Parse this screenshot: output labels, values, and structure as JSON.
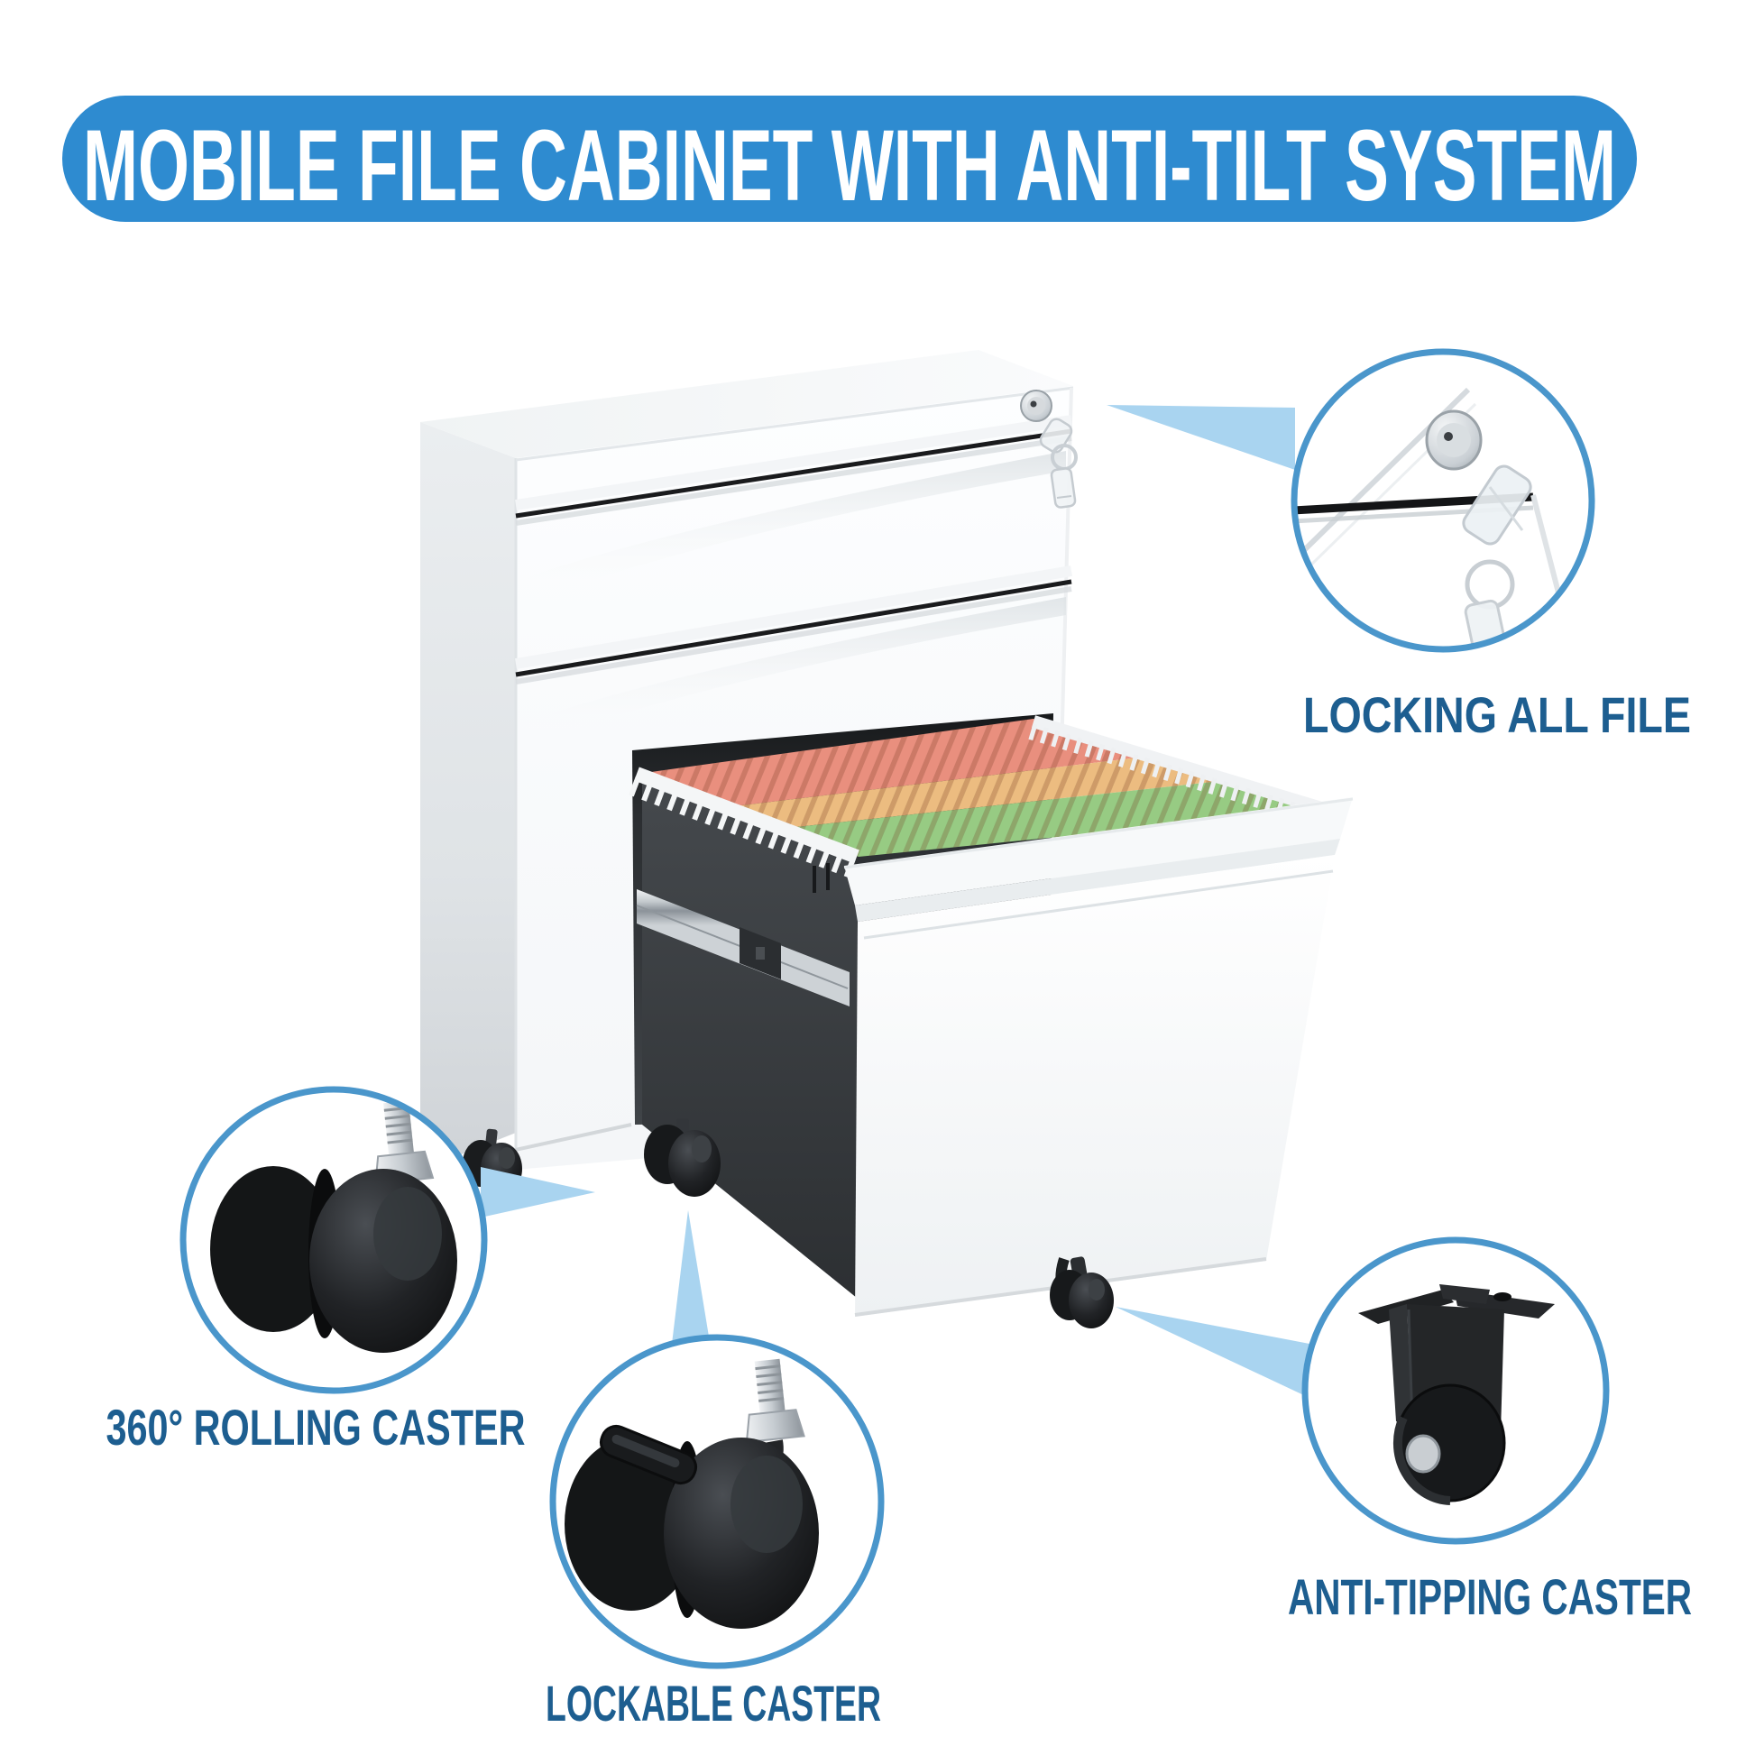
{
  "banner": {
    "title": "MOBILE FILE CABINET WITH ANTI-TILT SYSTEM"
  },
  "callouts": {
    "locking": {
      "label": "LOCKING ALL FILE"
    },
    "rolling": {
      "label": "360° ROLLING CASTER"
    },
    "lockable": {
      "label": "LOCKABLE CASTER"
    },
    "anti_tipping": {
      "label": "ANTI-TIPPING CASTER"
    }
  },
  "colors": {
    "banner_blue": "#2e8bd0",
    "label_blue": "#1d5e90",
    "ring_blue": "#4a96cb",
    "pointer_blue": "#a9d4f0",
    "file_salmon": "#e98f7e",
    "file_orange": "#ecbc80",
    "file_green": "#97cb83",
    "cabinet_white": "#fcfdfe",
    "drawer_interior_dark": "#3a3d40"
  }
}
